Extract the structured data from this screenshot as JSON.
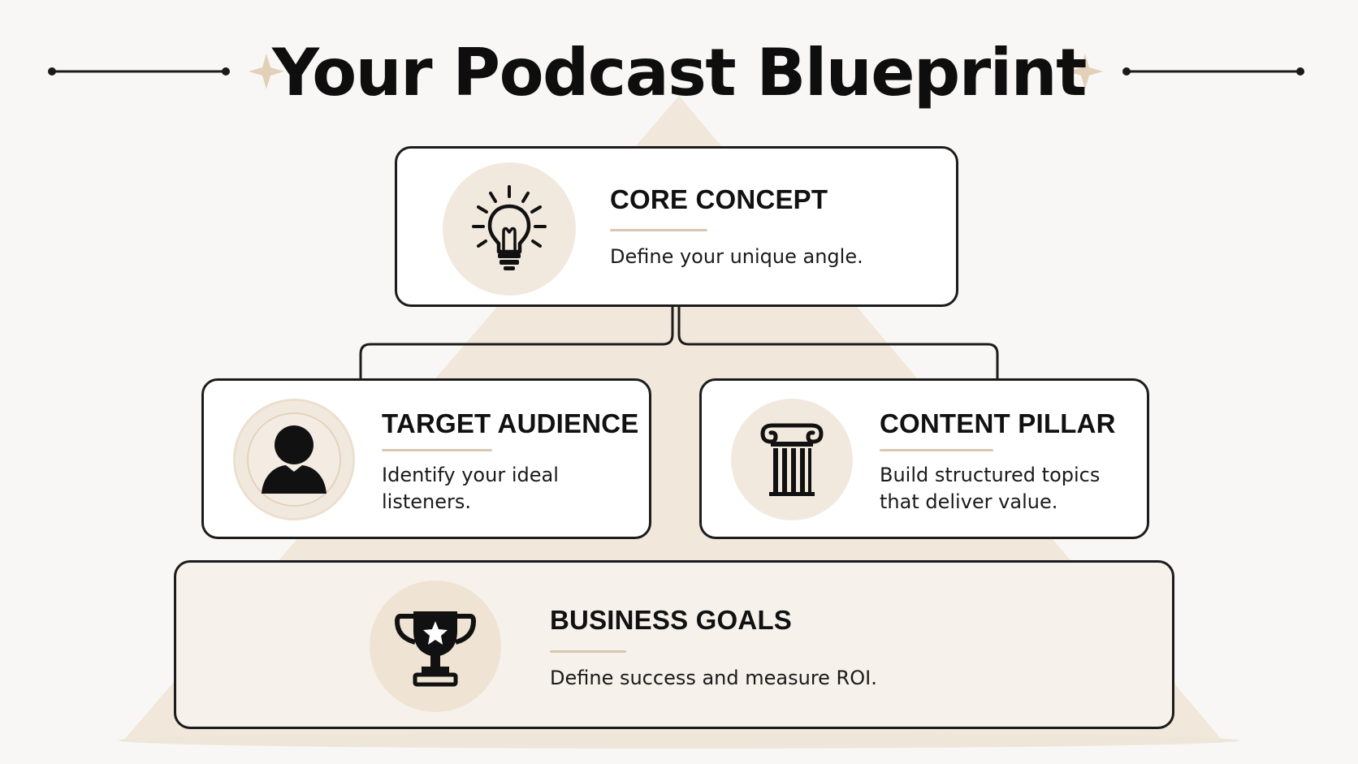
{
  "title": "Your Podcast Blueprint",
  "colors": {
    "background": "#f8f7f5",
    "pyramid": "#f1e7da",
    "accent": "#d9c7b1",
    "sparkle": "#e2d0b9",
    "border": "#1c1c1c",
    "icon_bg": "#f2e9de"
  },
  "cards": {
    "core": {
      "title": "CORE CONCEPT",
      "description": "Define your unique angle.",
      "icon": "lightbulb-icon"
    },
    "audience": {
      "title": "TARGET AUDIENCE",
      "description": "Identify your ideal listeners.",
      "icon": "person-icon"
    },
    "pillar": {
      "title": "CONTENT PILLAR",
      "description": "Build structured topics that deliver value.",
      "icon": "pillar-icon"
    },
    "goals": {
      "title": "BUSINESS GOALS",
      "description": "Define success and measure ROI.",
      "icon": "trophy-icon"
    }
  }
}
